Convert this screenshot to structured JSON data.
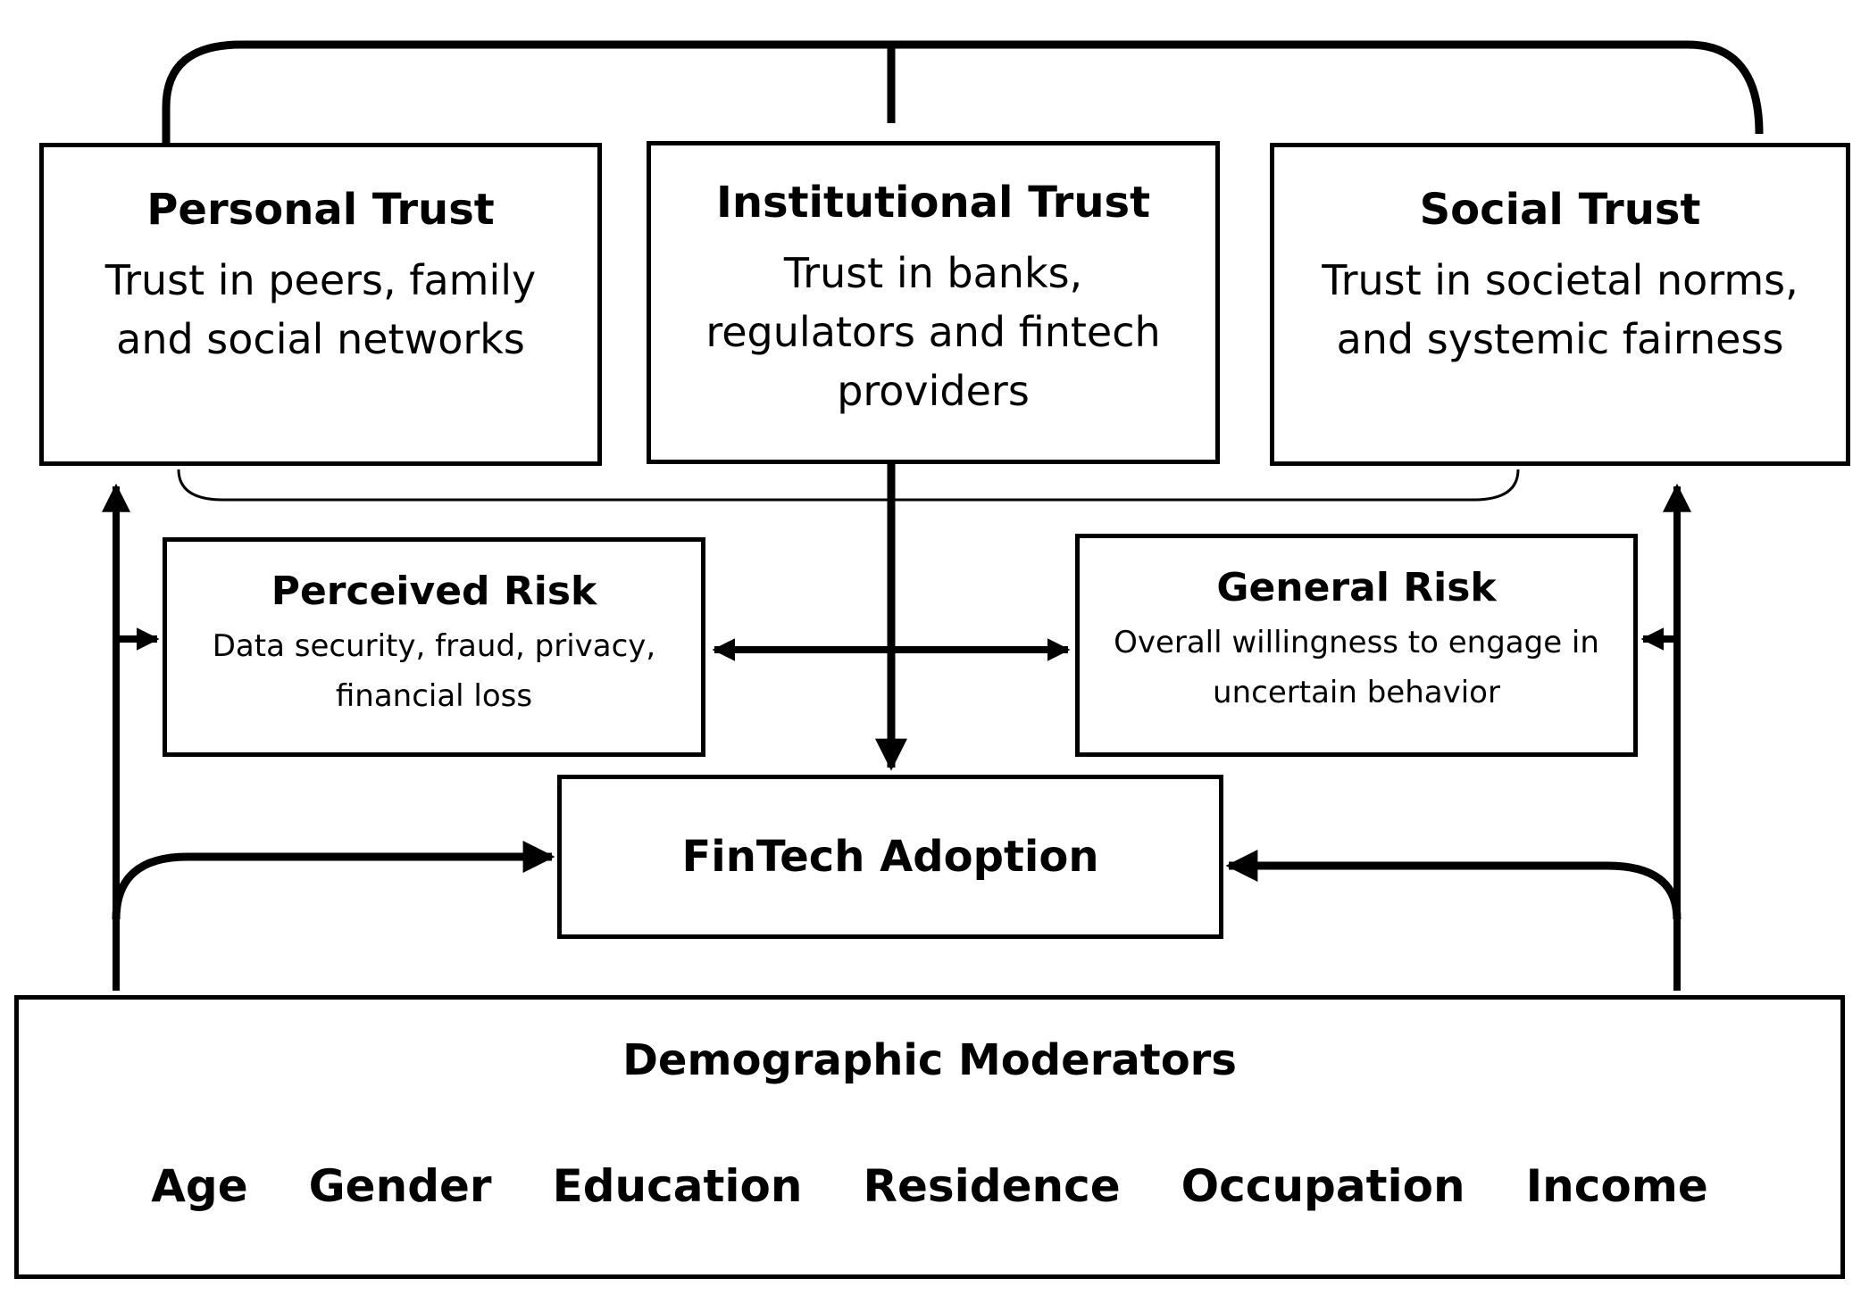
{
  "personal_trust": {
    "title": "Personal Trust",
    "description": "Trust in peers, family and social networks"
  },
  "institutional_trust": {
    "title": "Institutional Trust",
    "description": "Trust in banks, regulators and fintech providers"
  },
  "social_trust": {
    "title": "Social Trust",
    "description": "Trust in societal norms, and systemic fairness"
  },
  "perceived_risk": {
    "title": "Perceived Risk",
    "description": "Data security, fraud, privacy,  financial loss"
  },
  "general_risk": {
    "title": "General Risk",
    "description": "Overall willingness to engage in uncertain behavior"
  },
  "fintech_adoption": {
    "title": "FinTech Adoption"
  },
  "demographic_moderators": {
    "title": "Demographic Moderators",
    "items": [
      "Age",
      "Gender",
      "Education",
      "Residence",
      "Occupation",
      "Income"
    ]
  },
  "colors": {
    "stroke": "#000000",
    "background": "#ffffff"
  }
}
